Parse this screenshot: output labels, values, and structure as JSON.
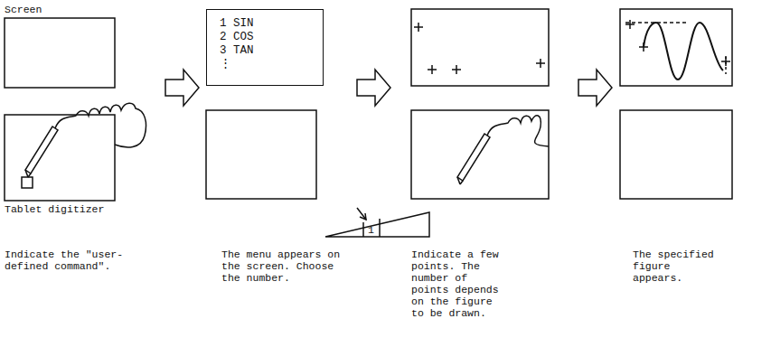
{
  "diagram": {
    "nodes": [
      {
        "text": [
          "1 SIN",
          "2 COS",
          "3 TAN",
          "⋮"
        ]
      }
    ],
    "labels": [
      "Screen",
      "Tablet digitizer",
      "1",
      "Indicate the \"user-defined command\".",
      "The menu appears on the screen. Choose the number.",
      "Indicate a few points. The number of points depends on the figure to be drawn.",
      "The specified figure appears."
    ]
  }
}
